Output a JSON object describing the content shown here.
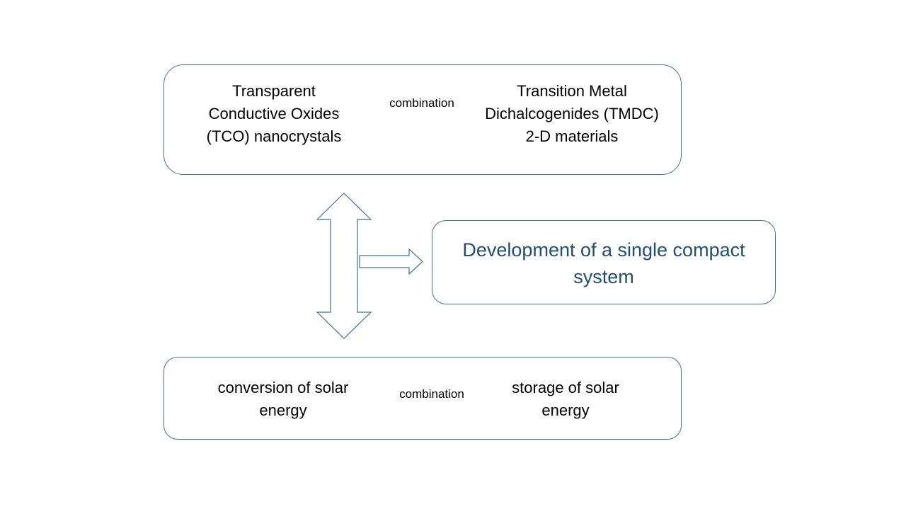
{
  "diagram": {
    "top_box": {
      "left_text": "Transparent\nConductive Oxides\n(TCO) nanocrystals",
      "connector_label": "combination",
      "right_text": "Transition Metal\nDichalcogenides (TMDC)\n2-D materials"
    },
    "bottom_box": {
      "left_text": "conversion of solar\nenergy",
      "connector_label": "combination",
      "right_text": "storage of solar\nenergy"
    },
    "result_box": {
      "text": "Development of a single compact\nsystem"
    },
    "colors": {
      "box_border": "#41719c",
      "arrow_line": "#5b9bd5",
      "result_text": "#1f4e79"
    }
  }
}
